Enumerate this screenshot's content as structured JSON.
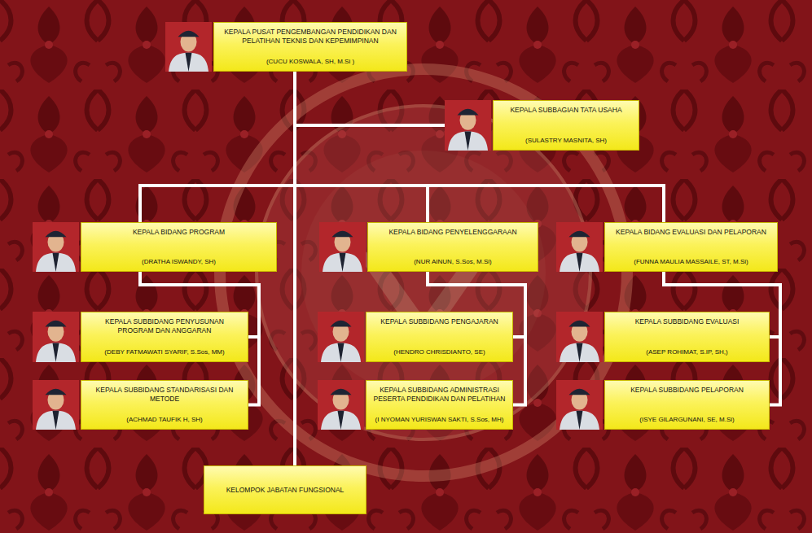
{
  "diagram": {
    "nodes": [
      {
        "text": [
          "KEPALA PUSAT PENGEMBANGAN PENDIDIKAN DAN PELATIHAN TEKNIS DAN KEPEMIMPINAN",
          "(CUCU KOSWALA, SH, M.Si )"
        ]
      },
      {
        "text": [
          "KEPALA SUBBAGIAN TATA USAHA",
          "(SULASTRY MASNITA, SH)"
        ]
      },
      {
        "text": [
          "KEPALA BIDANG PROGRAM",
          "(DRATHA ISWANDY, SH)"
        ]
      },
      {
        "text": [
          "KEPALA BIDANG PENYELENGGARAAN",
          "(NUR AINUN, S.Sos, M.Si)"
        ]
      },
      {
        "text": [
          "KEPALA BIDANG EVALUASI DAN PELAPORAN",
          "(FUNNA MAULIA MASSAILE, ST, M.Si)"
        ]
      },
      {
        "text": [
          "KEPALA SUBBIDANG PENYUSUNAN PROGRAM DAN ANGGARAN",
          "(DEBY FATMAWATI SYARIF, S.Sos, MM)"
        ]
      },
      {
        "text": [
          "KEPALA SUBBIDANG PENGAJARAN",
          "(HENDRO CHRISDIANTO, SE)"
        ]
      },
      {
        "text": [
          "KEPALA SUBBIDANG EVALUASI",
          "(ASEP ROHIMAT, S.IP, SH,)"
        ]
      },
      {
        "text": [
          "KEPALA SUBBIDANG STANDARISASI DAN METODE",
          "(ACHMAD TAUFIK H, SH)"
        ]
      },
      {
        "text": [
          "KEPALA SUBBIDANG ADMINISTRASI PESERTA PENDIDIKAN DAN PELATIHAN",
          "(I NYOMAN YURISWAN SAKTI, S.Sos, MH)"
        ]
      },
      {
        "text": [
          "KEPALA SUBBIDANG PELAPORAN",
          "(ISYE GILARGUNANI, SE, M.Si)"
        ]
      },
      {
        "text": [
          "KELOMPOK JABATAN FUNGSIONAL"
        ]
      }
    ],
    "edges": [
      {
        "from": 0,
        "to": 1,
        "arrow": "none"
      },
      {
        "from": 0,
        "to": 2,
        "arrow": "none"
      },
      {
        "from": 0,
        "to": 3,
        "arrow": "none"
      },
      {
        "from": 0,
        "to": 4,
        "arrow": "none"
      },
      {
        "from": 0,
        "to": 11,
        "arrow": "none"
      },
      {
        "from": 2,
        "to": 5,
        "arrow": "none"
      },
      {
        "from": 2,
        "to": 8,
        "arrow": "none"
      },
      {
        "from": 3,
        "to": 6,
        "arrow": "none"
      },
      {
        "from": 3,
        "to": 9,
        "arrow": "none"
      },
      {
        "from": 4,
        "to": 7,
        "arrow": "none"
      },
      {
        "from": 4,
        "to": 10,
        "arrow": "none"
      }
    ]
  }
}
